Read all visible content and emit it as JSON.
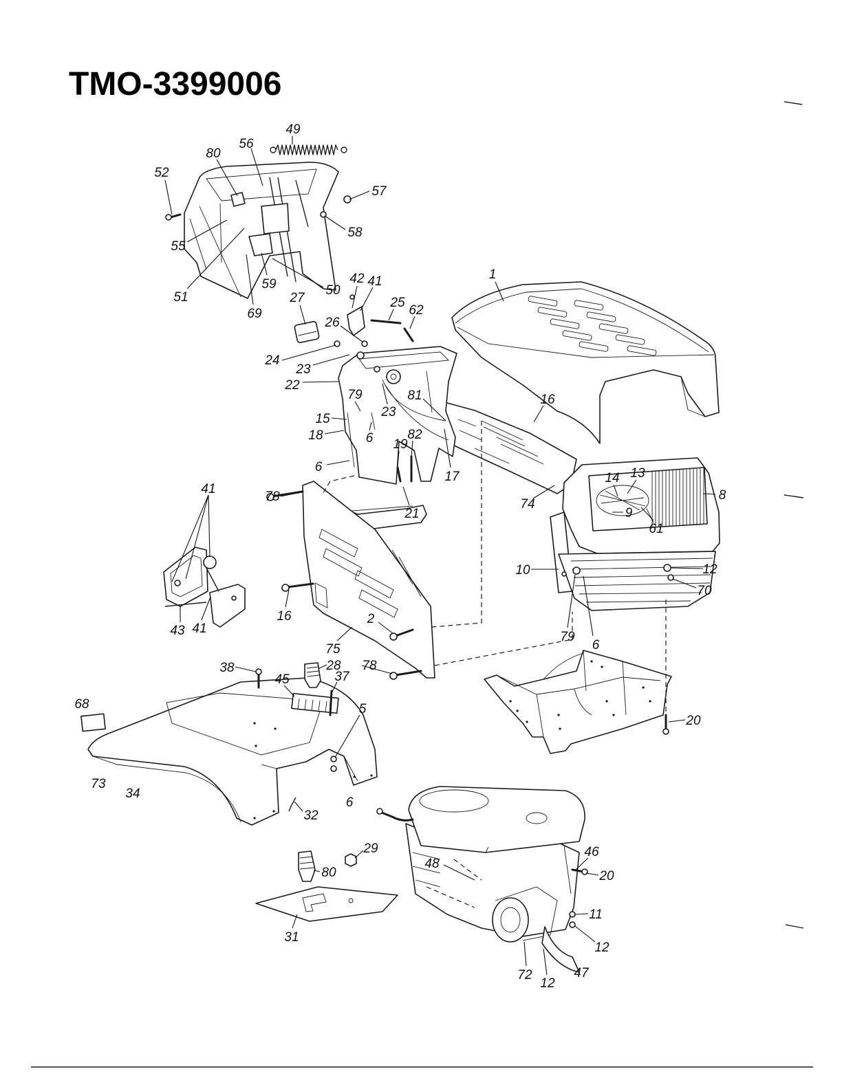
{
  "title": "TMO-3399006",
  "callouts": [
    "49",
    "56",
    "80",
    "52",
    "57",
    "58",
    "55",
    "59",
    "50",
    "51",
    "69",
    "42",
    "41",
    "1",
    "27",
    "25",
    "62",
    "26",
    "24",
    "23",
    "22",
    "79",
    "81",
    "23",
    "16",
    "15",
    "18",
    "6",
    "82",
    "19",
    "6",
    "17",
    "14",
    "13",
    "8",
    "78",
    "74",
    "21",
    "9",
    "61",
    "41",
    "10",
    "12",
    "70",
    "16",
    "43",
    "41",
    "79",
    "6",
    "2",
    "75",
    "38",
    "28",
    "45",
    "37",
    "78",
    "68",
    "5",
    "20",
    "73",
    "34",
    "6",
    "32",
    "29",
    "46",
    "48",
    "80",
    "20",
    "11",
    "31",
    "12",
    "47",
    "72",
    "12"
  ],
  "colors": {
    "ink": "#1b1b1b",
    "paper": "#ffffff"
  }
}
